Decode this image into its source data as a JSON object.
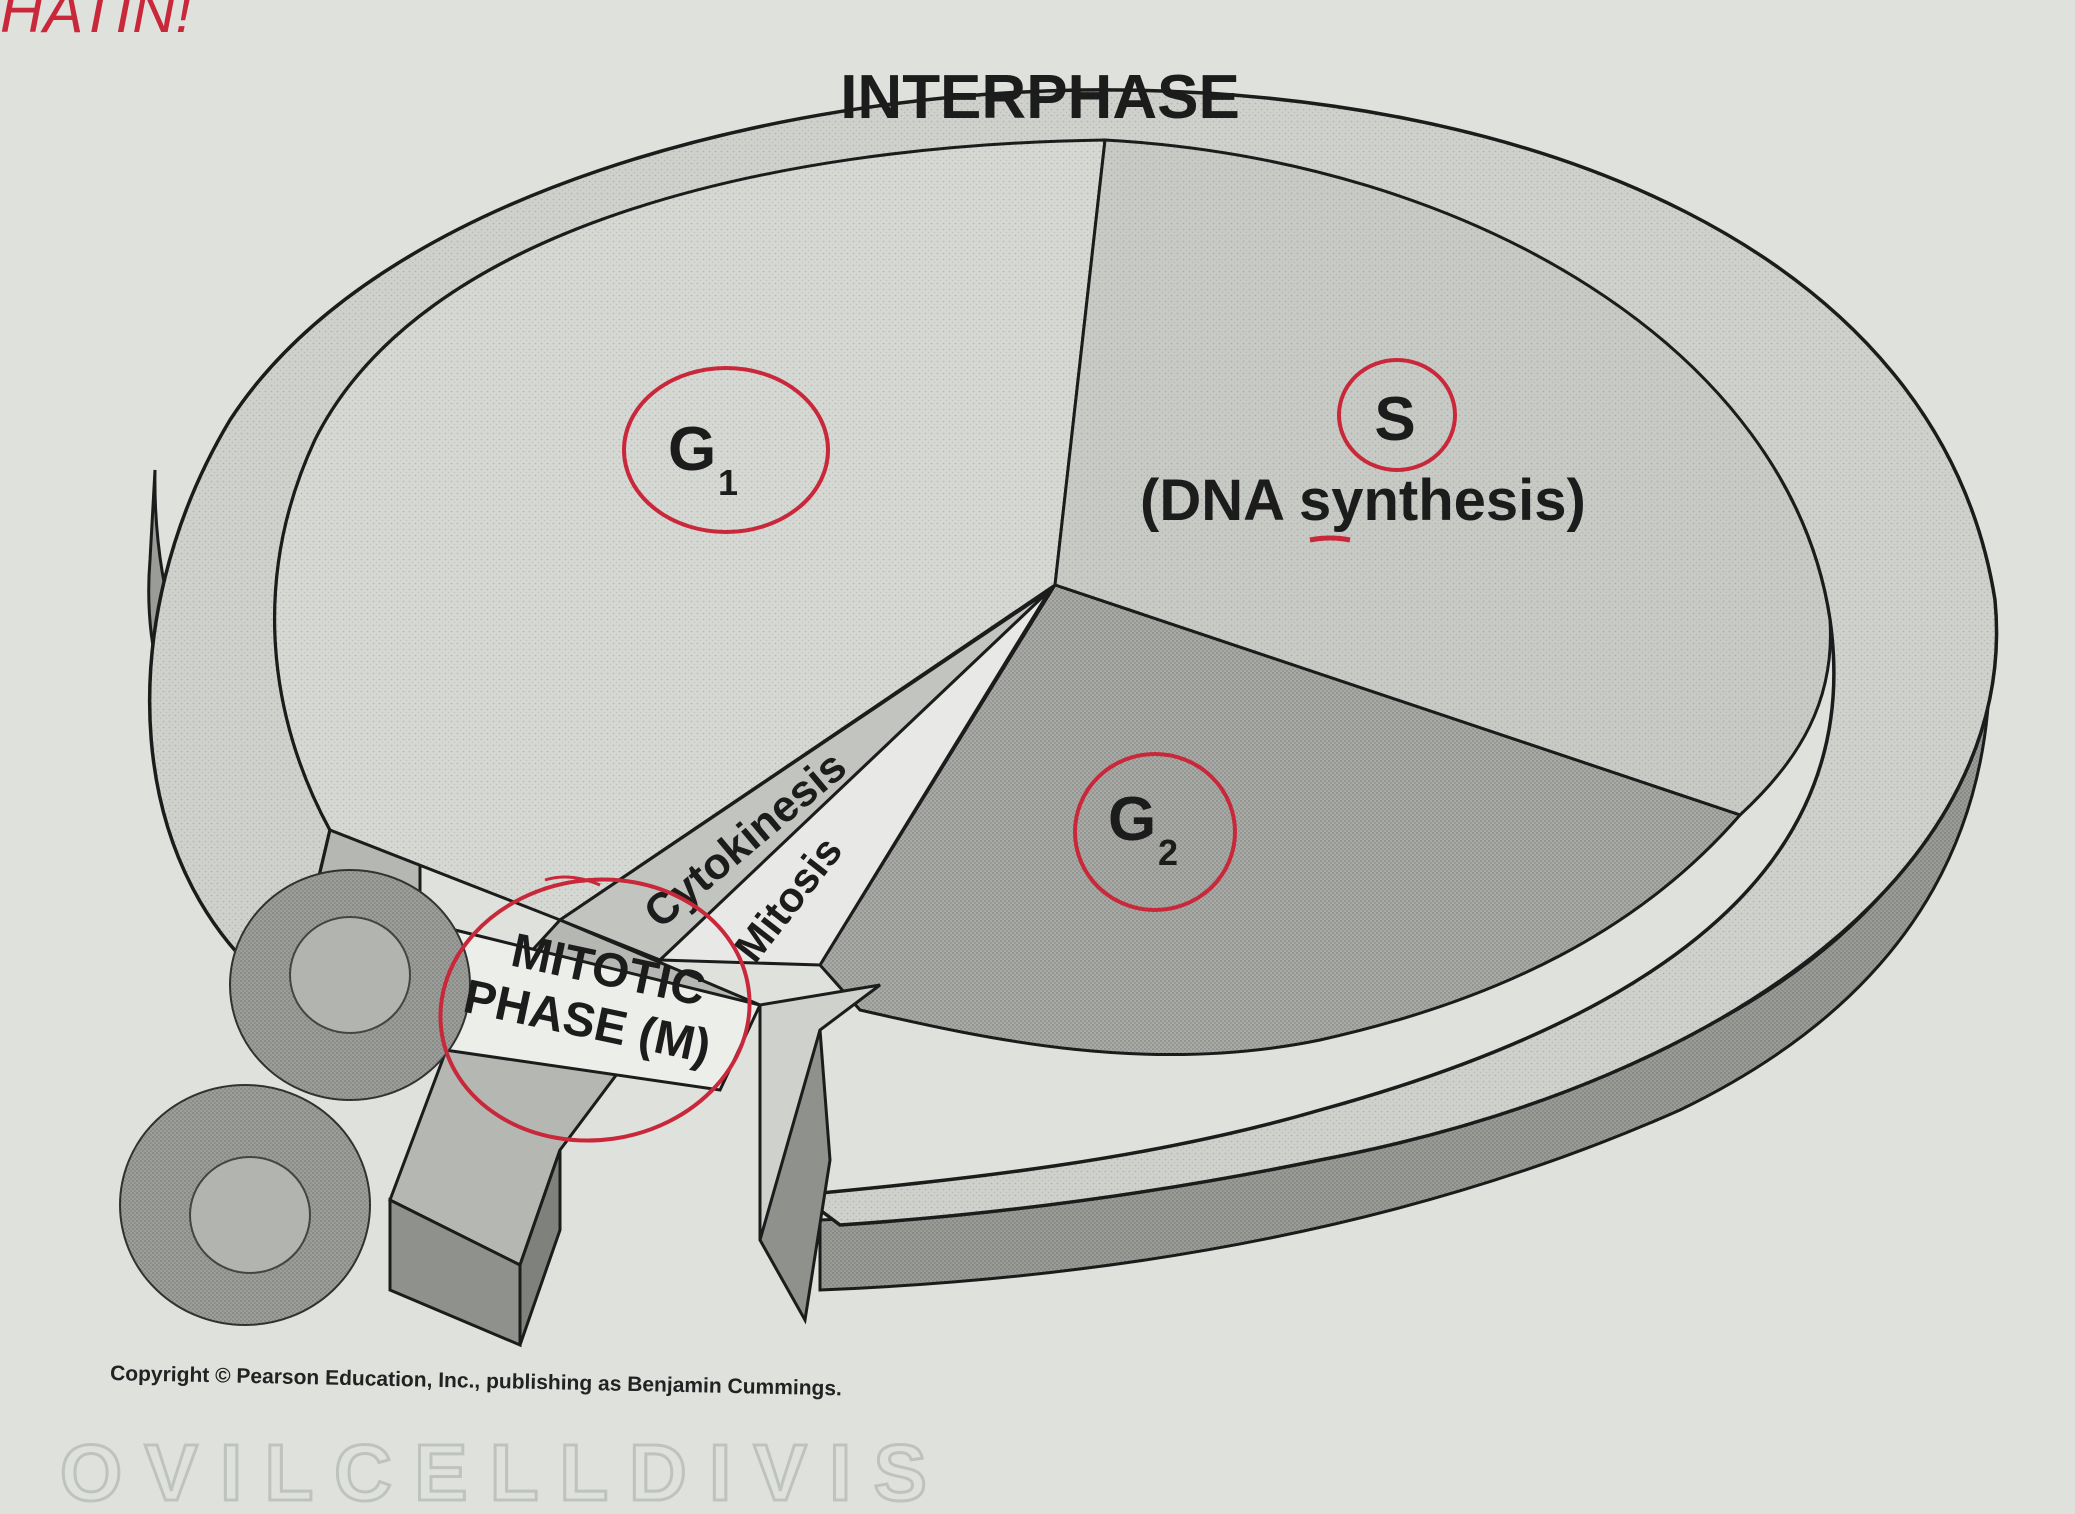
{
  "diagram": {
    "title": "INTERPHASE",
    "phases": {
      "g1": {
        "letter": "G",
        "subscript": "1"
      },
      "s": {
        "letter": "S",
        "caption_before": "(DNA ",
        "caption_mark": "s",
        "caption_after": "ynthesis)"
      },
      "g2": {
        "letter": "G",
        "subscript": "2"
      }
    },
    "mitotic_phase": {
      "line1": "MITOTIC",
      "line2": "PHASE (M)"
    },
    "subdivisions": {
      "cytokinesis": "Cytokinesis",
      "mitosis": "Mitosis"
    },
    "copyright": "Copyright © Pearson Education, Inc., publishing as Benjamin Cummings."
  },
  "handwriting": {
    "corner_note": "HATIN!"
  },
  "colors": {
    "paper": "#dfe1dd",
    "ink": "#1c1c1c",
    "pen_red": "#c8283a",
    "ring_top": "#cfd1cd",
    "g1_sector": "#d6d8d4",
    "s_sector": "#c8cac6",
    "g2_sector": "#a8aaa6",
    "side_wall": "#9a9c98"
  }
}
